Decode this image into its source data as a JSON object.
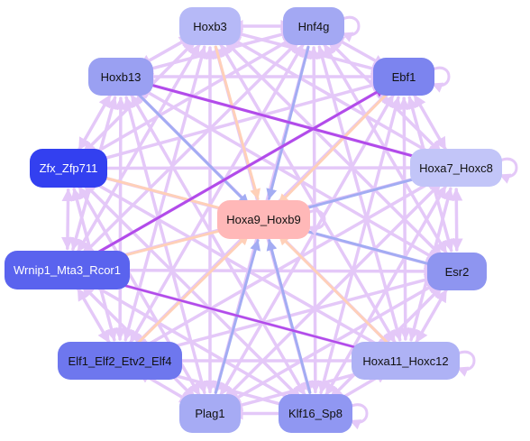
{
  "nodes": [
    {
      "id": "hoxb3",
      "label": "Hoxb3",
      "color": "#b6b9f7"
    },
    {
      "id": "hnf4g",
      "label": "Hnf4g",
      "color": "#a3a8f3"
    },
    {
      "id": "hoxb13",
      "label": "Hoxb13",
      "color": "#9aa0f2"
    },
    {
      "id": "ebf1",
      "label": "Ebf1",
      "color": "#7c84ef"
    },
    {
      "id": "zfx",
      "label": "Zfx_Zfp711",
      "color": "#3340f0",
      "dark": true
    },
    {
      "id": "hoxa7",
      "label": "Hoxa7_Hoxc8",
      "color": "#c2c5f8"
    },
    {
      "id": "hoxa9",
      "label": "Hoxa9_Hoxb9",
      "color": "#ffb8b8"
    },
    {
      "id": "wrnip1",
      "label": "Wrnip1_Mta3_Rcor1",
      "color": "#5a63ee",
      "dark": true
    },
    {
      "id": "esr2",
      "label": "Esr2",
      "color": "#8e95f0"
    },
    {
      "id": "elf1",
      "label": "Elf1_Elf2_Etv2_Elf4",
      "color": "#6e77ee"
    },
    {
      "id": "hoxa11",
      "label": "Hoxa11_Hoxc12",
      "color": "#aeb2f5"
    },
    {
      "id": "plag1",
      "label": "Plag1",
      "color": "#a6abf4"
    },
    {
      "id": "klf16",
      "label": "Klf16_Sp8",
      "color": "#9097f2"
    }
  ],
  "colors": {
    "edge_default": "#e4c8f8",
    "edge_blue": "#a3acf3",
    "edge_peach": "#ffd0b8",
    "edge_purple": "#b24bea"
  }
}
